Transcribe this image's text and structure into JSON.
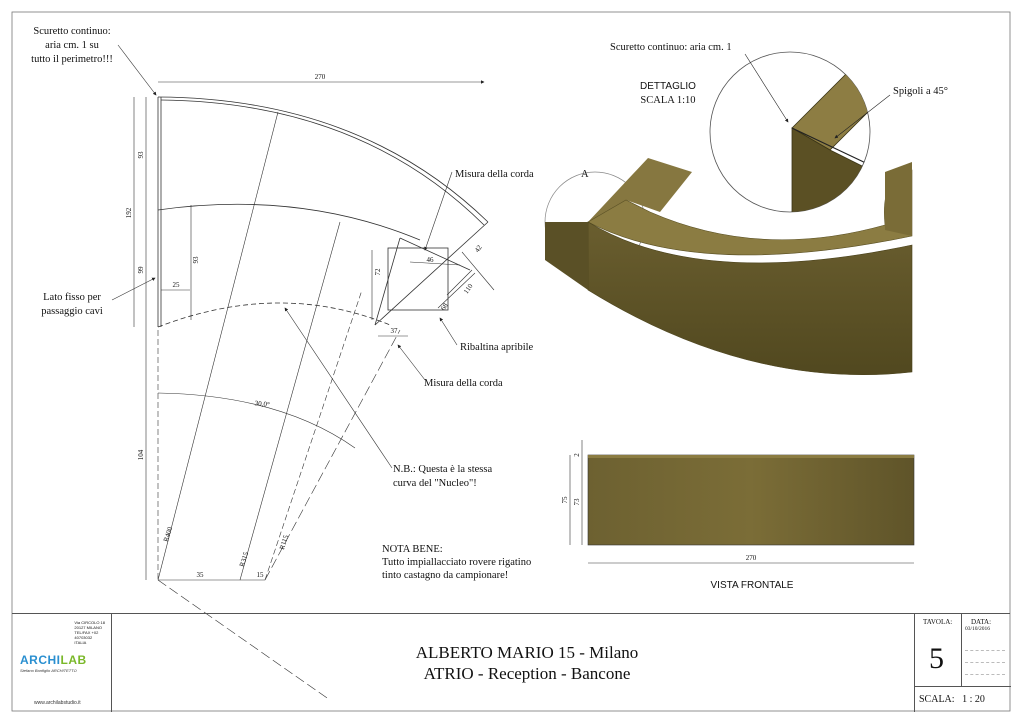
{
  "drawing": {
    "plan": {
      "note_scuretto": [
        "Scuretto continuo:",
        "aria cm. 1 su",
        "tutto il perimetro!!!"
      ],
      "note_lato_fisso": [
        "Lato fisso per",
        "passaggio cavi"
      ],
      "note_misura_corda_1": "Misura della corda",
      "note_misura_corda_2": "Misura della corda",
      "note_ribaltina": "Ribaltina apribile",
      "note_nb": [
        "N.B.: Questa è la stessa",
        "curva del \"Nucleo\"!"
      ],
      "note_bene": [
        "NOTA BENE:",
        "Tutto impiallacciato rovere rigatino",
        "tinto castagno da campionare!"
      ],
      "dim_top": "270",
      "dim_93_top": "93",
      "dim_192": "192",
      "dim_99": "99",
      "dim_93_inner": "93",
      "dim_25": "25",
      "dim_104": "104",
      "dim_35": "35",
      "dim_15": "15",
      "dim_72": "72",
      "dim_46": "46",
      "dim_42": "42",
      "dim_110": "110",
      "dim_68": "68",
      "dim_37": "37",
      "angle": "30,0°",
      "r400": "R400",
      "r315": "R315",
      "r115": "R115"
    },
    "detail": {
      "note_scuretto": "Scuretto continuo: aria cm. 1",
      "title": [
        "DETTAGLIO",
        "SCALA 1:10"
      ],
      "spigoli": "Spigoli a 45°",
      "marker": "A"
    },
    "front": {
      "title": "VISTA FRONTALE",
      "dim_2": "2",
      "dim_75": "75",
      "dim_73": "73",
      "dim_270": "270"
    }
  },
  "title_block": {
    "firm_lines": [
      "Via CIRCOLO 18",
      "20127 MILANO",
      "TEL/FAX +02",
      "40703032",
      "ITALIA"
    ],
    "logo_a": "ARCHI",
    "logo_b": "LAB",
    "logo_sub": "Stefano Bonfiglio ARCHITETTO",
    "website": "www.archilabstudio.it",
    "project_line1": "ALBERTO MARIO 15 - Milano",
    "project_line2": "ATRIO - Reception - Bancone",
    "tavola_label": "TAVOLA:",
    "tavola_number": "5",
    "data_label": "DATA:",
    "data_value": "03/10/2016",
    "scala_label": "SCALA:",
    "scala_value": "1 : 20"
  },
  "colors": {
    "wood_light": "#8a7a3e",
    "wood_mid": "#6f6230",
    "wood_dark": "#4f461f",
    "line": "#222222"
  }
}
